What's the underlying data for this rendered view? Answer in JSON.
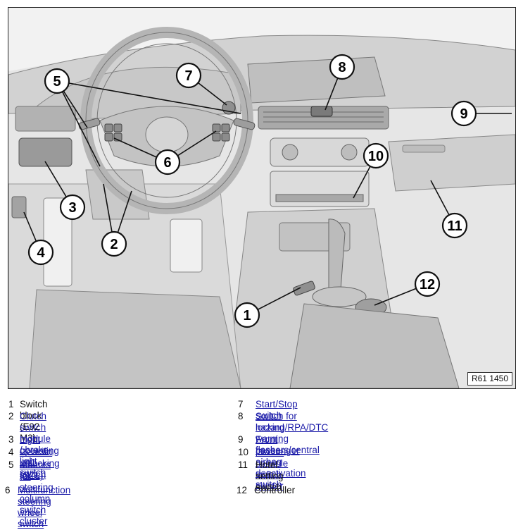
{
  "figure": {
    "reference": "R61 1450",
    "callouts": [
      "1",
      "2",
      "3",
      "4",
      "5",
      "6",
      "7",
      "8",
      "9",
      "10",
      "11",
      "12"
    ]
  },
  "legend": [
    {
      "num": "1",
      "text": "Switch block (E92 M3)",
      "link": false
    },
    {
      "num": "2",
      "text": "Clutch switch module / brake light switch",
      "link": true
    },
    {
      "num": "3",
      "text": "Light operating unit",
      "link": true
    },
    {
      "num": "4",
      "text": "Rear lid unlocking switch",
      "link": true
    },
    {
      "num": "5",
      "line1": "Mounts for steering column switch cluster",
      "line2": "(SZL)",
      "link": true
    },
    {
      "num": "6",
      "text": "Multifunction steering wheel switch",
      "link": true
    },
    {
      "num": "7",
      "text": "Start/Stop switch",
      "link": true
    },
    {
      "num": "8",
      "line1": "Switch for hazard warning flashers/central",
      "line2": "locking/RPA/DTC",
      "link": true
    },
    {
      "num": "9",
      "text": "Front passenger airbag deactivation switch",
      "link": true
    },
    {
      "num": "10",
      "text": "Centre console switch cluster",
      "link": true
    },
    {
      "num": "11",
      "text": "Hotel setting switch",
      "link": false
    },
    {
      "num": "12",
      "text": "Controller",
      "link": false
    }
  ]
}
